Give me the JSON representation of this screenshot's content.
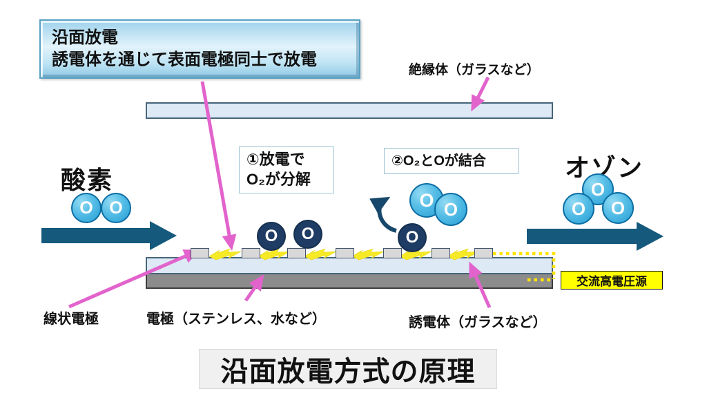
{
  "title": "沿面放電方式の原理",
  "callout": {
    "line1": "沿面放電",
    "line2": "誘電体を通じて表面電極同士で放電"
  },
  "flow": {
    "input_label": "酸素",
    "output_label": "オゾン"
  },
  "steps": {
    "step1_line1": "①放電で",
    "step1_line2": "O₂が分解",
    "step2": "②O₂とOが結合"
  },
  "part_labels": {
    "insulator": "絶縁体（ガラスなど）",
    "linear_electrode": "線状電極",
    "electrode": "電極（ステンレス、水など）",
    "dielectric": "誘電体（ガラスなど）",
    "power_source": "交流高電圧源"
  },
  "atom_symbol": "O",
  "colors": {
    "pointer_pink": "#e263cc",
    "flow_arrow_teal": "#15597c",
    "atom_navy": "#1e3c64",
    "atom_light_blue": "#2ba2d8",
    "plate_fill": "#dde9f5",
    "plate_border": "#46657a",
    "metal_gray": "#8c8c8c",
    "discharge_yellow": "#f6e926",
    "power_box_yellow": "#ffff00",
    "callout_blue": "#bfe3f4"
  }
}
